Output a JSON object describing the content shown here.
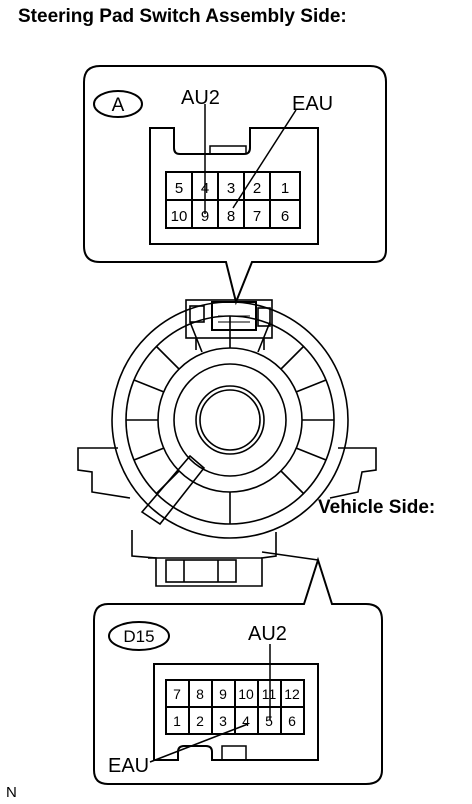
{
  "headings": {
    "top": "Steering Pad Switch Assembly Side:",
    "vehicle": "Vehicle Side:",
    "corner": "N"
  },
  "connector_a": {
    "id": "A",
    "label_au2": "AU2",
    "label_eau": "EAU",
    "row1": [
      "5",
      "4",
      "3",
      "2",
      "1"
    ],
    "row2": [
      "10",
      "9",
      "8",
      "7",
      "6"
    ]
  },
  "connector_d15": {
    "id": "D15",
    "label_au2": "AU2",
    "label_eau": "EAU",
    "row1": [
      "7",
      "8",
      "9",
      "10",
      "11",
      "12"
    ],
    "row2": [
      "1",
      "2",
      "3",
      "4",
      "5",
      "6"
    ]
  }
}
